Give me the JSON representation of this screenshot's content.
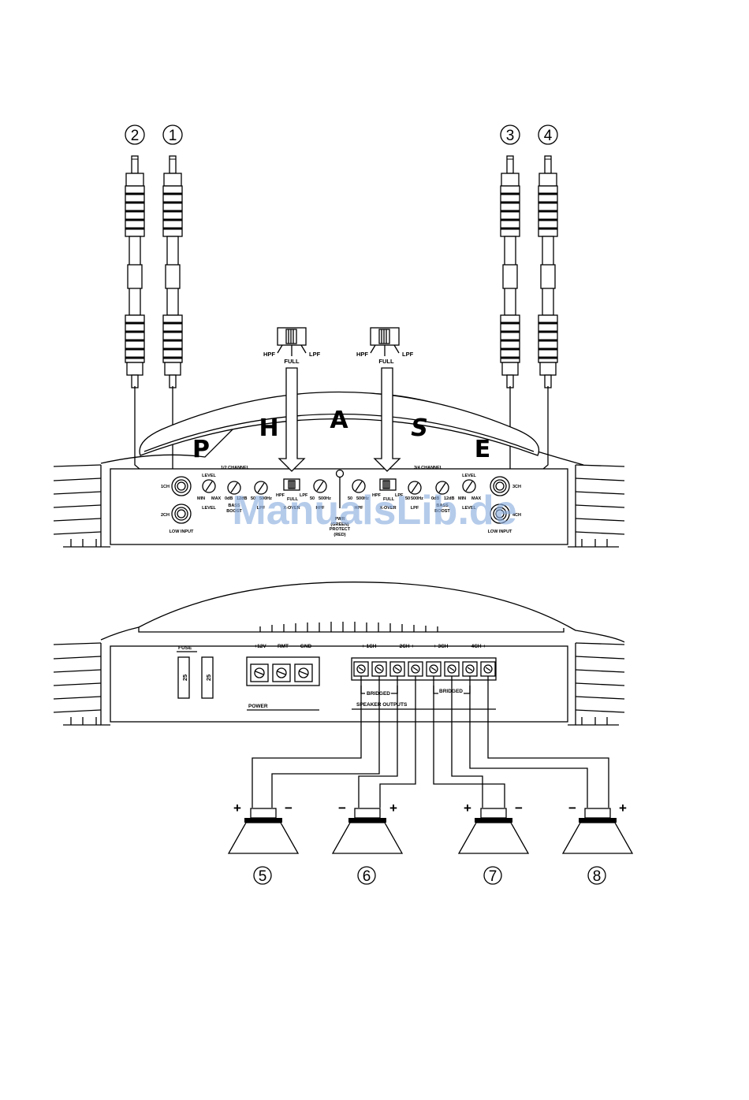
{
  "inputs": {
    "connector_numbers": [
      "2",
      "1",
      "3",
      "4"
    ],
    "ch12_label": "1/2 CHANNEL",
    "ch34_label": "3/4 CHANNEL",
    "jack_1ch": "1CH",
    "jack_2ch": "2CH",
    "jack_3ch": "3CH",
    "jack_4ch": "4CH",
    "low_input": "LOW INPUT"
  },
  "brand": {
    "letters": [
      "P",
      "H",
      "A",
      "S",
      "E"
    ]
  },
  "switch": {
    "hpf": "HPF",
    "full": "FULL",
    "lpf": "LPF"
  },
  "controls_left": {
    "level": "LEVEL",
    "min": "MIN",
    "max": "MAX",
    "level_caption": "LEVEL",
    "bass_0db": "0dB",
    "bass_12db": "12dB",
    "bass_caption_1": "BASS",
    "bass_caption_2": "BOOST",
    "lpf_50": "50",
    "lpf_500hz": "500Hz",
    "lpf_caption": "LPF",
    "sw_hpf": "HPF",
    "sw_full": "FULL",
    "sw_lpf": "LPF",
    "sw_caption": "X-OVER",
    "hpf_50": "50",
    "hpf_500hz": "500Hz",
    "hpf_caption": "HPF"
  },
  "protect": {
    "line1": "PWR",
    "line2": "(GREEN)",
    "line3": "PROTECT",
    "line4": "(RED)"
  },
  "controls_right": {
    "hpf_50": "50",
    "hpf_500hz": "500Hz",
    "hpf_caption": "HPF",
    "sw_hpf": "HPF",
    "sw_full": "FULL",
    "sw_lpf": "LPF",
    "sw_caption": "X-OVER",
    "lpf_50": "50",
    "lpf_500hz": "500Hz",
    "lpf_caption": "LPF",
    "bass_0db": "0dB",
    "bass_12db": "12dB",
    "bass_caption_1": "BASS",
    "bass_caption_2": "BOOST",
    "level": "LEVEL",
    "min": "MIN",
    "max": "MAX",
    "level_caption": "LEVEL"
  },
  "watermark": "ManualsLib.de",
  "rear": {
    "fuse_label": "FUSE",
    "fuse_values": [
      "25",
      "25"
    ],
    "power_terminals": [
      "+12V",
      "RMT",
      "GND"
    ],
    "power_label": "POWER",
    "speaker_channels": [
      "+ 1CH −",
      "−2CH +",
      "+ 3CH −",
      "−4CH +"
    ],
    "bridged_left": "BRIDGED",
    "bridged_right": "BRIDGED",
    "speaker_outputs": "SPEAKER OUTPUTS"
  },
  "speakers": [
    {
      "number": "5",
      "left_sign": "+",
      "right_sign": "−"
    },
    {
      "number": "6",
      "left_sign": "−",
      "right_sign": "+"
    },
    {
      "number": "7",
      "left_sign": "+",
      "right_sign": "−"
    },
    {
      "number": "8",
      "left_sign": "−",
      "right_sign": "+"
    }
  ]
}
